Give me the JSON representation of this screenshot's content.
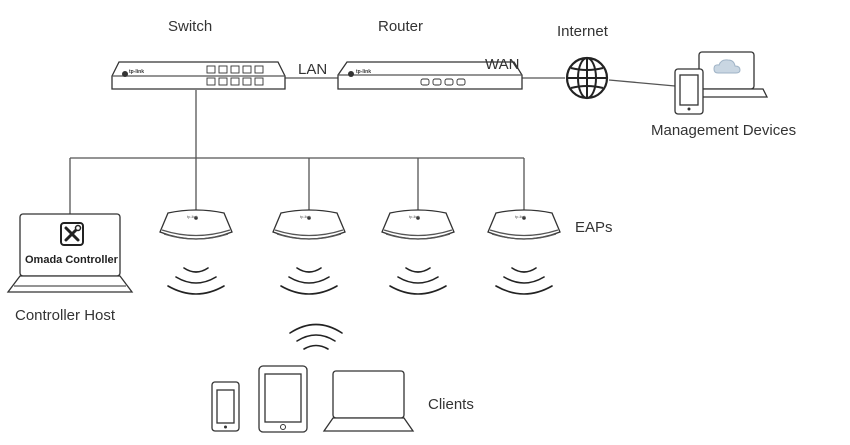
{
  "labels": {
    "switch": "Switch",
    "router": "Router",
    "internet": "Internet",
    "lan": "LAN",
    "wan": "WAN",
    "management_devices": "Management Devices",
    "eaps": "EAPs",
    "controller_host": "Controller Host",
    "clients": "Clients",
    "omada_controller": "Omada Controller"
  },
  "brand": {
    "logo_text": "tp-link"
  },
  "icons": {
    "controller_app": "tools-wrench-screwdriver-icon",
    "internet": "globe-icon",
    "cloud": "cloud-icon"
  },
  "colors": {
    "line": "#555555",
    "outline": "#333333",
    "cloud": "#c9d6e2"
  }
}
